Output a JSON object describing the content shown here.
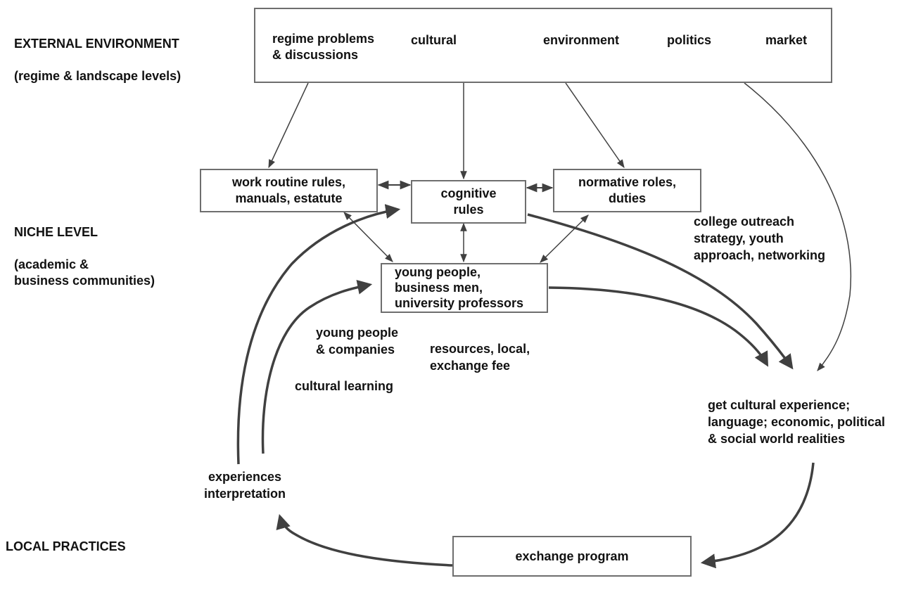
{
  "levels": {
    "external": {
      "title": "EXTERNAL ENVIRONMENT",
      "subtitle": "(regime & landscape levels)"
    },
    "niche": {
      "title": "NICHE LEVEL",
      "subtitle": "(academic &\nbusiness communities)"
    },
    "local": {
      "title": "LOCAL PRACTICES"
    }
  },
  "external_box": {
    "items": [
      "regime problems\n& discussions",
      "cultural",
      "environment",
      "politics",
      "market"
    ]
  },
  "nodes": {
    "work_routine": "work routine rules,\nmanuals, estatute",
    "cognitive": "cognitive\nrules",
    "normative": "normative roles,\nduties",
    "actors": "young people,\nbusiness men,\nuniversity professors",
    "exchange": "exchange program"
  },
  "annotations": {
    "college_outreach": "college outreach\nstrategy, youth\napproach, networking",
    "young_companies": "young people\n& companies",
    "resources": "resources, local,\nexchange fee",
    "cultural_learning": "cultural learning",
    "cultural_experience": "get cultural experience;\nlanguage; economic, political\n& social world realities",
    "experiences": "experiences\ninterpretation"
  },
  "colors": {
    "line": "#404040",
    "box_border": "#6e6e6e",
    "text": "#111111"
  }
}
